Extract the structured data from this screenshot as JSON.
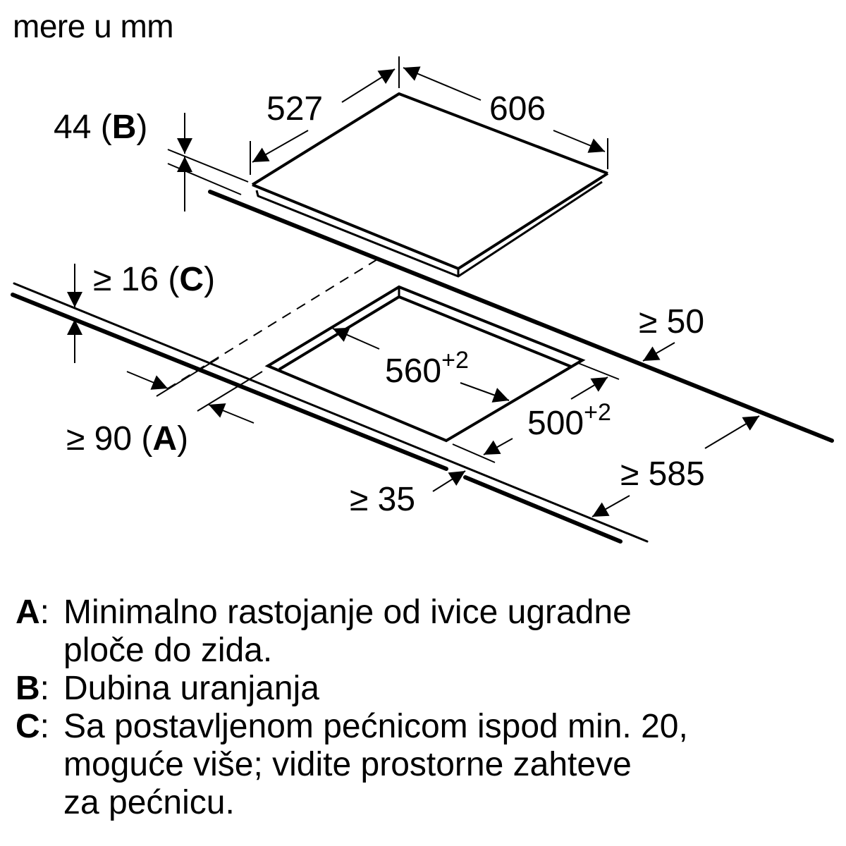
{
  "title": "mere u mm",
  "dimensions": {
    "hob_width": "606",
    "hob_depth": "527",
    "immersion_depth": "44",
    "immersion_depth_key": "B",
    "worktop_thickness": "≥ 16",
    "worktop_thickness_key": "C",
    "wall_distance": "≥ 90",
    "wall_distance_key": "A",
    "cutout_width": "560",
    "cutout_width_tol": "+2",
    "cutout_depth": "500",
    "cutout_depth_tol": "+2",
    "rear_distance": "≥ 50",
    "worktop_depth": "≥ 585",
    "front_distance": "≥ 35"
  },
  "legend": [
    {
      "key": "A",
      "text": "Minimalno rastojanje od ivice ugradne\nploče do zida."
    },
    {
      "key": "B",
      "text": "Dubina uranjanja"
    },
    {
      "key": "C",
      "text": "Sa postavljenom pećnicom ispod min. 20,\nmoguće više; vidite prostorne zahteve\nza pećnicu."
    }
  ],
  "colors": {
    "line": "#000000",
    "background": "#ffffff"
  }
}
